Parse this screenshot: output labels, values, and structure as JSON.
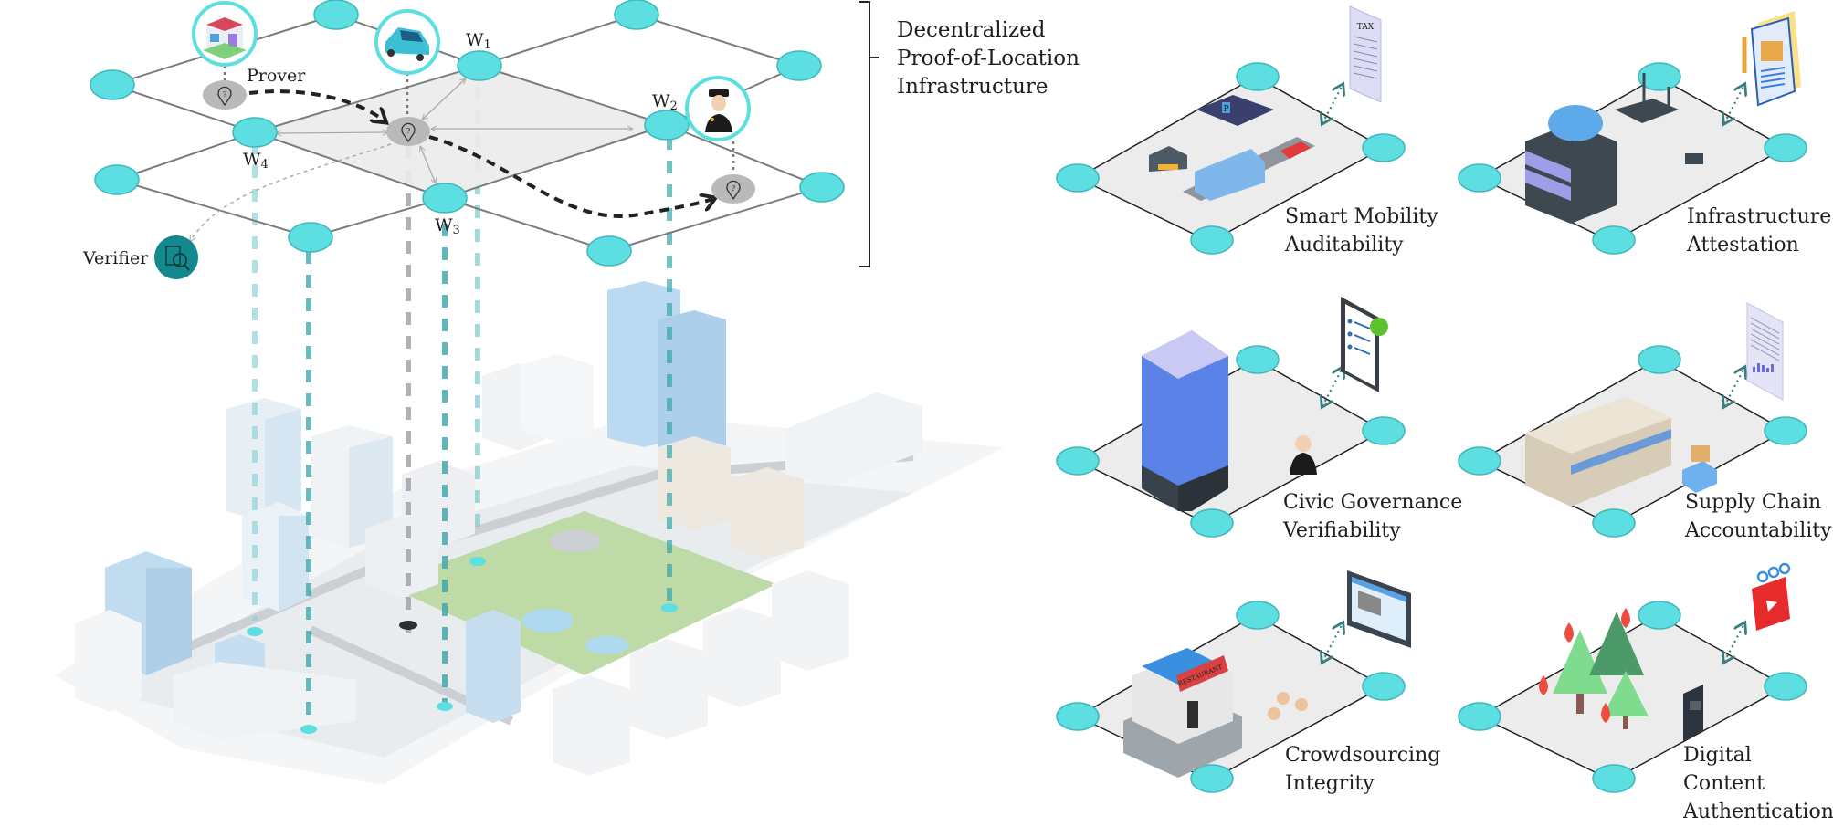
{
  "infrastructure": {
    "title_lines": [
      "Decentralized",
      "Proof-of-Location",
      "Infrastructure"
    ],
    "roles": {
      "prover": "Prover",
      "verifier": "Verifier"
    },
    "witnesses": [
      {
        "label": "W",
        "sub": "1"
      },
      {
        "label": "W",
        "sub": "2"
      },
      {
        "label": "W",
        "sub": "3"
      },
      {
        "label": "W",
        "sub": "4"
      }
    ],
    "entity_icons": [
      "shop-icon",
      "car-icon",
      "police-officer-icon"
    ],
    "colors": {
      "node_fill": "#5ddfe2",
      "node_stroke": "#3fb8bc",
      "verifier": "#13898d",
      "location_pin_bg": "#b9b9b9",
      "highlight_region": "#ebebeb",
      "path": "#222222"
    }
  },
  "city": {
    "description": "isometric-city-illustration"
  },
  "applications": [
    {
      "label_lines": [
        "Smart Mobility",
        "Auditability"
      ],
      "scene": "bus-parking-scene",
      "artifact": "tax-document-icon"
    },
    {
      "label_lines": [
        "Infrastructure",
        "Attestation"
      ],
      "scene": "server-router-scene",
      "artifact": "certificate-document-icon"
    },
    {
      "label_lines": [
        "Civic Governance",
        "Verifiability"
      ],
      "scene": "office-tower-official-scene",
      "artifact": "checklist-clipboard-icon"
    },
    {
      "label_lines": [
        "Supply Chain",
        "Accountability"
      ],
      "scene": "warehouse-truck-scene",
      "artifact": "report-chart-document-icon"
    },
    {
      "label_lines": [
        "Crowdsourcing",
        "Integrity"
      ],
      "scene": "restaurant-reviewers-scene",
      "artifact": "review-webpage-icon",
      "sign_text": "RESTAURANT"
    },
    {
      "label_lines": [
        "Digital Content",
        "Authentication"
      ],
      "scene": "wildfire-photo-scene",
      "artifact": "video-post-icon"
    }
  ],
  "artifact_texts": {
    "tax_doc": "TAX",
    "parking_sign": "P"
  }
}
